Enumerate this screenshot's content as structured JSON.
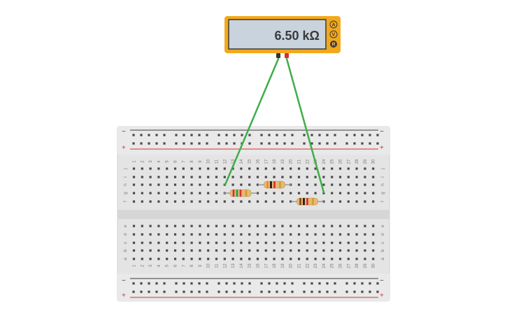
{
  "multimeter": {
    "reading": "6.50 kΩ",
    "modes": [
      {
        "label": "A",
        "active": false
      },
      {
        "label": "V",
        "active": false
      },
      {
        "label": "R",
        "active": true
      }
    ],
    "colors": {
      "body": "#f3a81c",
      "display": "#c9d3dd",
      "probe_black": "#333333",
      "probe_red": "#d62f2f"
    }
  },
  "breadboard": {
    "columns": [
      "1",
      "2",
      "3",
      "4",
      "5",
      "6",
      "7",
      "8",
      "9",
      "10",
      "11",
      "12",
      "13",
      "14",
      "15",
      "16",
      "17",
      "18",
      "19",
      "20",
      "21",
      "22",
      "23",
      "24",
      "25",
      "26",
      "27",
      "28",
      "29",
      "30"
    ],
    "rows_top": [
      "j",
      "i",
      "h",
      "g",
      "f"
    ],
    "rows_bottom": [
      "e",
      "d",
      "c",
      "b",
      "a"
    ],
    "rail_minus": "−",
    "rail_plus": "+",
    "colors": {
      "board": "#e4e4e4",
      "hole": "#474747",
      "rail_red": "#d9302c",
      "rail_dark": "#3b3b3b",
      "wire": "#3fae49"
    }
  },
  "resistors": [
    {
      "name": "resistor-1",
      "bands": [
        "#d62f2f",
        "#17a34a",
        "#d62f2f",
        "#c9a227"
      ],
      "body": "#e7b978"
    },
    {
      "name": "resistor-2",
      "bands": [
        "#f08a1f",
        "#111111",
        "#d62f2f",
        "#c9a227"
      ],
      "body": "#e7b978"
    },
    {
      "name": "resistor-3",
      "bands": [
        "#8b4513",
        "#111111",
        "#d62f2f",
        "#c9a227"
      ],
      "body": "#e7b978"
    }
  ]
}
